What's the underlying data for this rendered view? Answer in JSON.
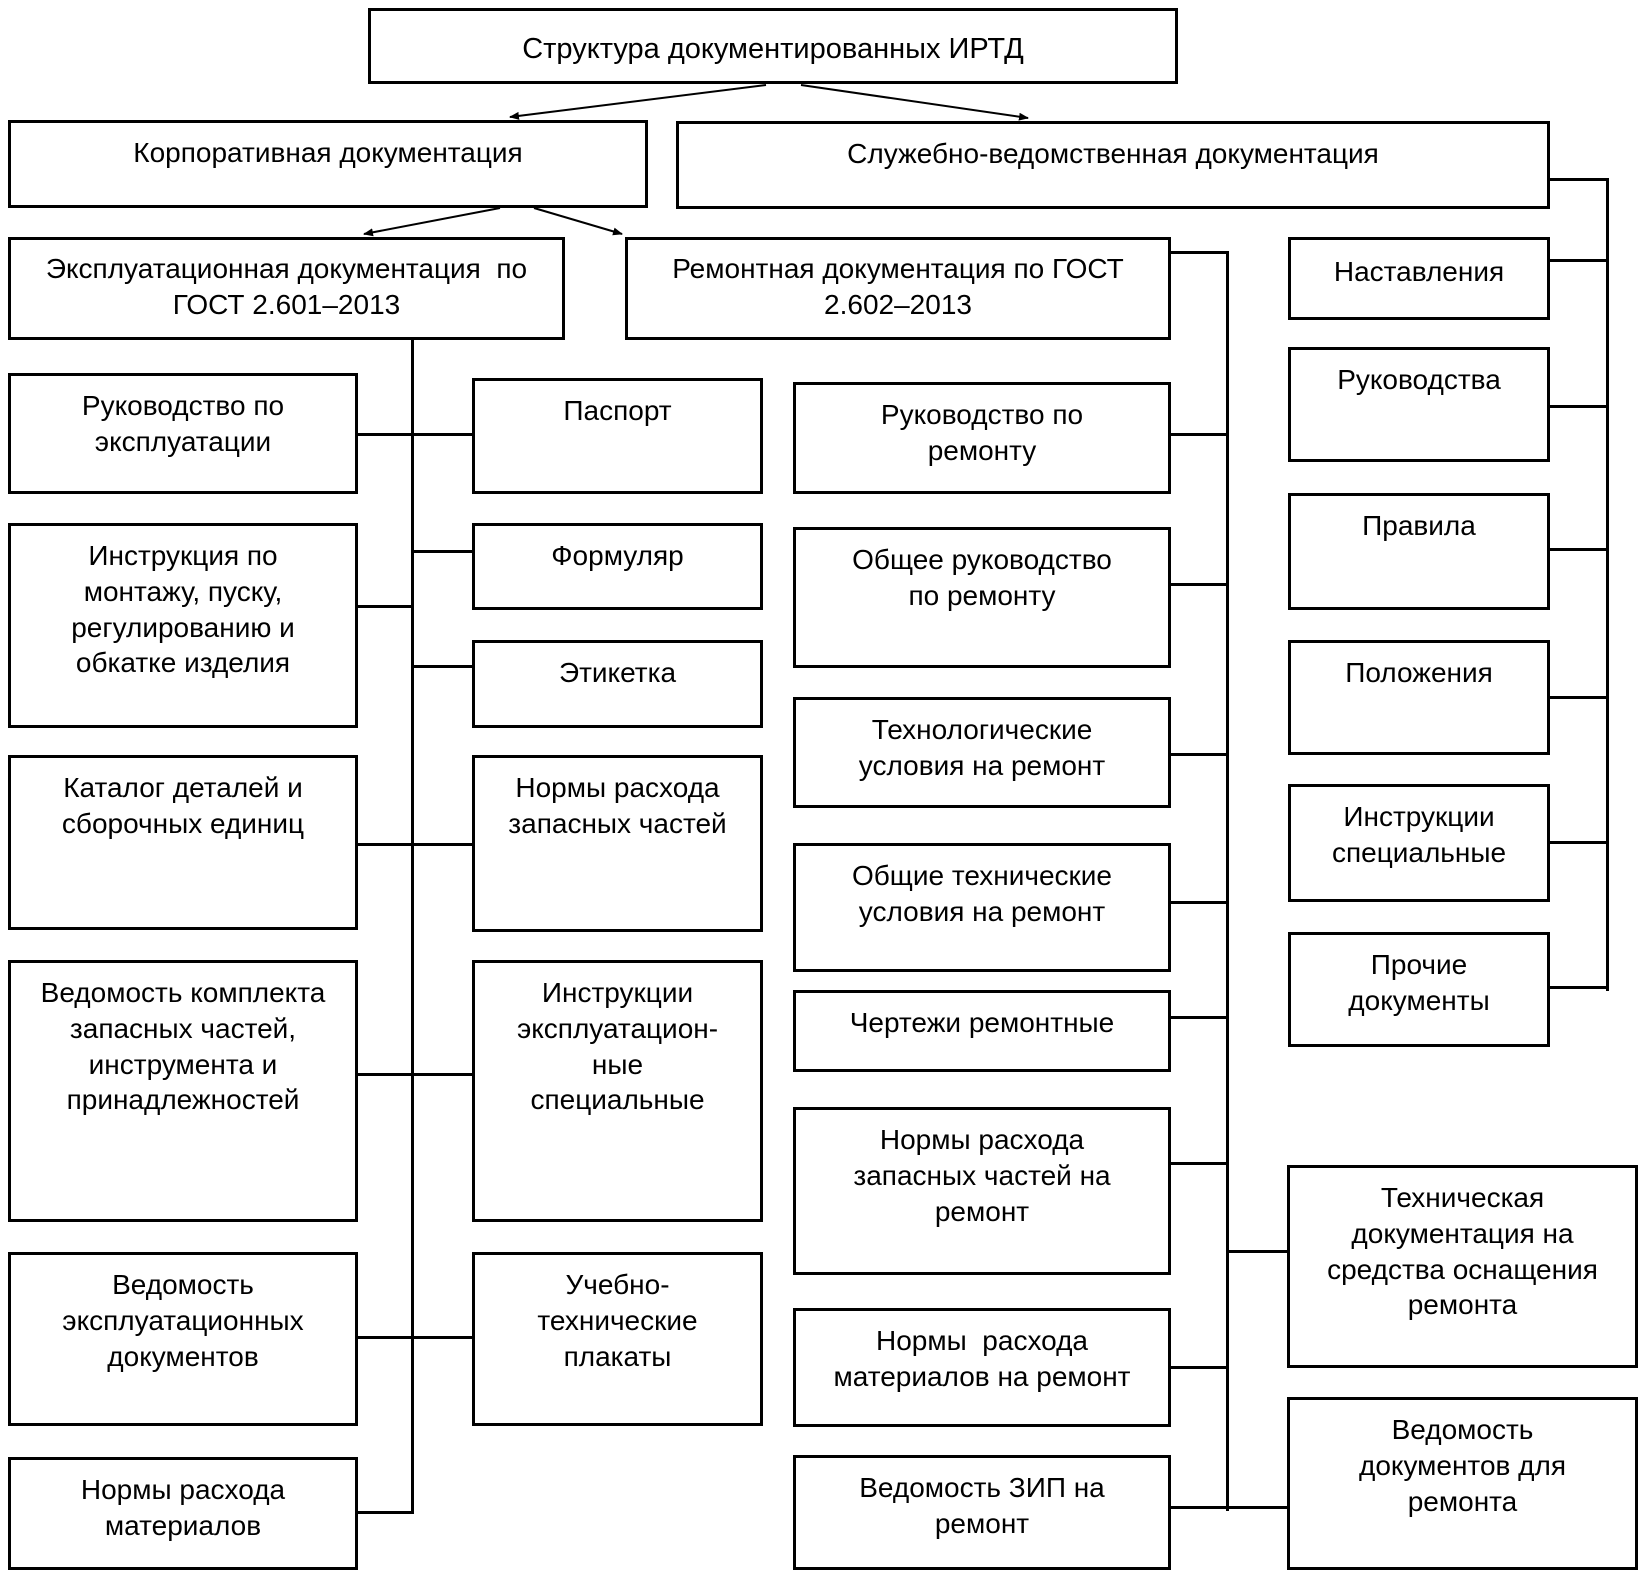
{
  "colors": {
    "background": "#ffffff",
    "line": "#000000",
    "text": "#000000"
  },
  "boxes": {
    "title": "Структура документированных ИРТД",
    "corporate": "Корпоративная документация",
    "departmental": "Служебно-ведомственная документация",
    "operational": "Эксплуатационная документация  по\nГОСТ 2.601–2013",
    "repair": "Ремонтная документация по ГОСТ\n2.602–2013",
    "op_manual": "Руководство по\nэксплуатации",
    "op_install": "Инструкция по\nмонтажу, пуску,\nрегулированию и\nобкатке изделия",
    "op_catalog": "Каталог деталей и\nсборочных единиц",
    "op_spta": "Ведомость комплекта\nзапасных частей,\nинструмента и\nпринадлежностей",
    "op_doclist": "Ведомость\nэксплуатационных\nдокументов",
    "op_matnorm": "Нормы расхода\nматериалов",
    "passport": "Паспорт",
    "logbook": "Формуляр",
    "label": "Этикетка",
    "spare_norms": "Нормы расхода\nзапасных частей",
    "special_instr": "Инструкции\nэксплуатацион-\nные\nспециальные",
    "posters": "Учебно-\nтехнические\nплакаты",
    "rep_manual": "Руководство по\nремонту",
    "rep_general": "Общее руководство\nпо ремонту",
    "rep_techcond": "Технологические\nусловия на ремонт",
    "rep_gentech": "Общие технические\nусловия на ремонт",
    "rep_drawings": "Чертежи ремонтные",
    "rep_sparenorm": "Нормы расхода\nзапасных частей на\nремонт",
    "rep_matnorm": "Нормы  расхода\nматериалов на ремонт",
    "rep_zip": "Ведомость ЗИП на\nремонт",
    "dep_fieldmanuals": "Наставления",
    "dep_manuals": "Руководства",
    "dep_rules": "Правила",
    "dep_regulations": "Положения",
    "dep_special": "Инструкции\nспециальные",
    "dep_other": "Прочие\nдокументы",
    "sup_equipment": "Техническая\nдокументация на\nсредства оснащения\nремонта",
    "sup_doclist": "Ведомость\nдокументов для\nремонта"
  }
}
